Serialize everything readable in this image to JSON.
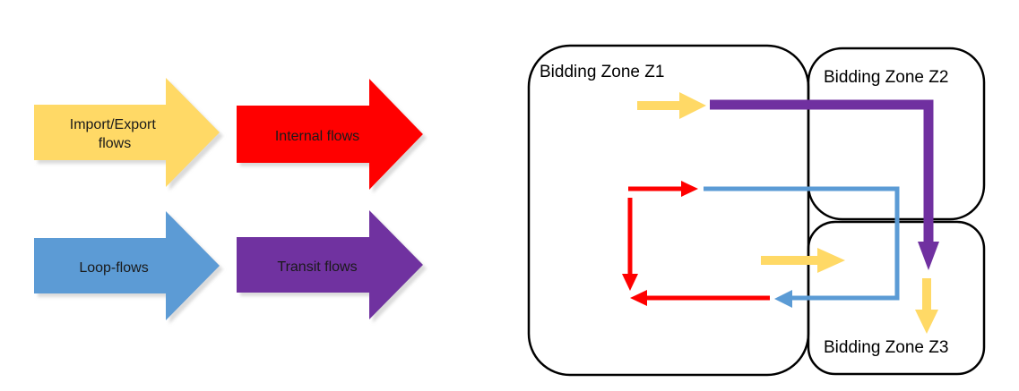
{
  "colors": {
    "import_export": "#ffd966",
    "internal": "#ff0000",
    "loop": "#5b9bd5",
    "transit": "#7030a0",
    "zone_border": "#000000"
  },
  "legend": {
    "import_export": {
      "line1": "Import/Export",
      "line2": "flows"
    },
    "internal": {
      "label": "Internal flows"
    },
    "loop": {
      "label": "Loop-flows"
    },
    "transit": {
      "label": "Transit flows"
    }
  },
  "zones": {
    "z1": {
      "label": "Bidding Zone Z1"
    },
    "z2": {
      "label": "Bidding Zone Z2"
    },
    "z3": {
      "label": "Bidding Zone Z3"
    }
  }
}
